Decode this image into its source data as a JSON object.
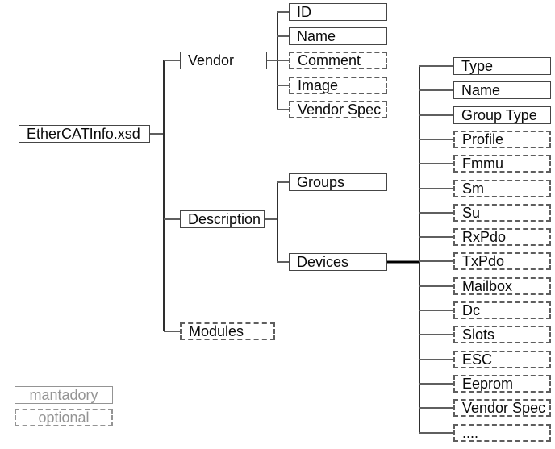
{
  "diagram": {
    "root": {
      "label": "EtherCATInfo.xsd",
      "style": "mandatory"
    },
    "root_children": [
      {
        "label": "Vendor",
        "style": "mandatory"
      },
      {
        "label": "Description",
        "style": "mandatory"
      },
      {
        "label": "Modules",
        "style": "optional"
      }
    ],
    "vendor_children": [
      {
        "label": "ID",
        "style": "mandatory"
      },
      {
        "label": "Name",
        "style": "mandatory"
      },
      {
        "label": "Comment",
        "style": "optional"
      },
      {
        "label": "Image",
        "style": "optional"
      },
      {
        "label": "Vendor Spec",
        "style": "optional"
      }
    ],
    "description_children": [
      {
        "label": "Groups",
        "style": "mandatory"
      },
      {
        "label": "Devices",
        "style": "mandatory"
      }
    ],
    "devices_children": [
      {
        "label": "Type",
        "style": "mandatory"
      },
      {
        "label": "Name",
        "style": "mandatory"
      },
      {
        "label": "Group Type",
        "style": "mandatory"
      },
      {
        "label": "Profile",
        "style": "optional"
      },
      {
        "label": "Fmmu",
        "style": "optional"
      },
      {
        "label": "Sm",
        "style": "optional"
      },
      {
        "label": "Su",
        "style": "optional"
      },
      {
        "label": "RxPdo",
        "style": "optional"
      },
      {
        "label": "TxPdo",
        "style": "optional"
      },
      {
        "label": "Mailbox",
        "style": "optional"
      },
      {
        "label": "Dc",
        "style": "optional"
      },
      {
        "label": "Slots",
        "style": "optional"
      },
      {
        "label": "ESC",
        "style": "optional"
      },
      {
        "label": "Eeprom",
        "style": "optional"
      },
      {
        "label": "Vendor Spec",
        "style": "optional"
      },
      {
        "label": "....",
        "style": "optional"
      }
    ],
    "legend": [
      {
        "label": "mantadory",
        "style": "mandatory"
      },
      {
        "label": "optional",
        "style": "optional"
      }
    ],
    "colors": {
      "box_border": "#454545",
      "dash_border": "#5e5e5e",
      "text": "#0a0a0a",
      "line": "#5f5f5f",
      "trunk": "#2e2e2e",
      "thick_line": "#000000",
      "legend": "#949494",
      "background": "#ffffff"
    }
  }
}
